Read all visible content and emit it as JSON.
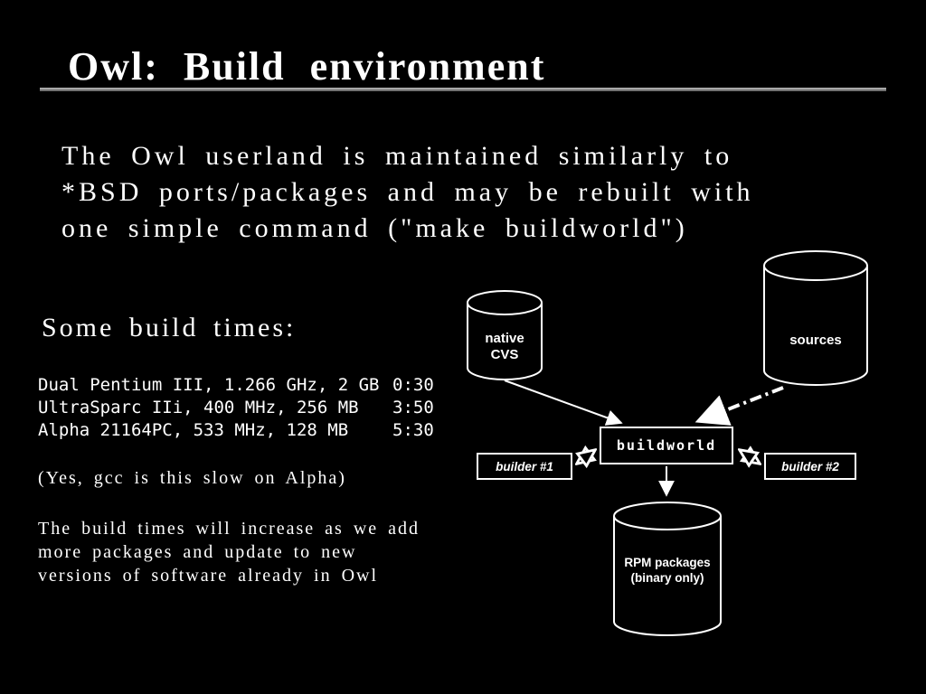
{
  "slide": {
    "title": "Owl: Build environment",
    "intro_lines": [
      "The Owl userland is maintained similarly to",
      "*BSD ports/packages and may be rebuilt with",
      "one simple command (\"make buildworld\")"
    ],
    "build_times_heading": "Some build times:",
    "build_times": [
      {
        "system": "Dual Pentium III, 1.266 GHz, 2 GB",
        "time": "0:30"
      },
      {
        "system": "UltraSparc IIi, 400 MHz, 256 MB",
        "time": "3:50"
      },
      {
        "system": "Alpha 21164PC, 533 MHz, 128 MB",
        "time": "5:30"
      }
    ],
    "note": "(Yes, gcc is this slow on Alpha)",
    "footer_lines": [
      "The build times will increase as we add",
      "more packages and update to new",
      "versions of software already in Owl"
    ]
  },
  "diagram": {
    "native_cvs": {
      "line1": "native",
      "line2": "CVS"
    },
    "sources": "sources",
    "buildworld": "buildworld",
    "builder1": "builder #1",
    "builder2": "builder #2",
    "rpm": {
      "line1": "RPM packages",
      "line2": "(binary only)"
    }
  },
  "colors": {
    "background": "#000000",
    "text": "#ffffff",
    "rule": "#9a9a9a",
    "diagram_stroke": "#ffffff"
  }
}
